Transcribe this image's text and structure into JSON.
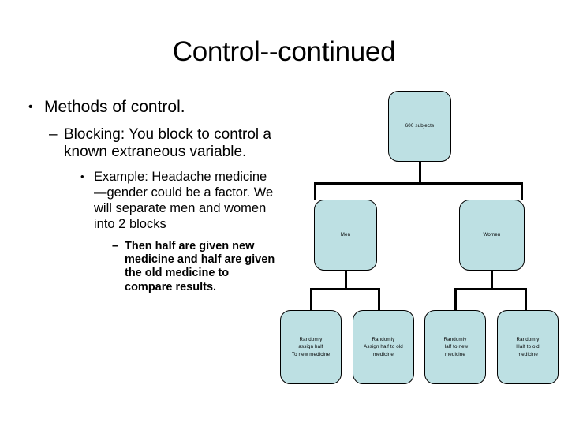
{
  "slide": {
    "title": "Control--continued",
    "background_color": "#ffffff",
    "text_color": "#000000"
  },
  "bullets": [
    {
      "level": 1,
      "marker": "•",
      "text": "Methods of control."
    },
    {
      "level": 2,
      "marker": "–",
      "text": "Blocking: You block to control a known extraneous variable."
    },
    {
      "level": 3,
      "marker": "•",
      "text": "Example: Headache medicine—gender could be a factor. We will separate men and women into 2 blocks"
    },
    {
      "level": 4,
      "marker": "–",
      "text": "Then half are given new medicine and half are given the old medicine to compare results."
    }
  ],
  "diagram": {
    "type": "tree",
    "node_fill_color": "#bde0e3",
    "node_border_color": "#000000",
    "connector_color": "#000000",
    "nodes": [
      {
        "id": "root",
        "label": "600 subjects"
      },
      {
        "id": "men",
        "label": "Men"
      },
      {
        "id": "women",
        "label": "Women"
      },
      {
        "id": "men-new",
        "label": "Randomly\nassign half\nTo new medicine"
      },
      {
        "id": "men-old",
        "label": "Randomly\nAssign half to old\nmedicine"
      },
      {
        "id": "women-new",
        "label": "Randomly\nHalf to new\nmedicine"
      },
      {
        "id": "women-old",
        "label": "Randomly\nHalf to old\nmedicine"
      }
    ]
  }
}
